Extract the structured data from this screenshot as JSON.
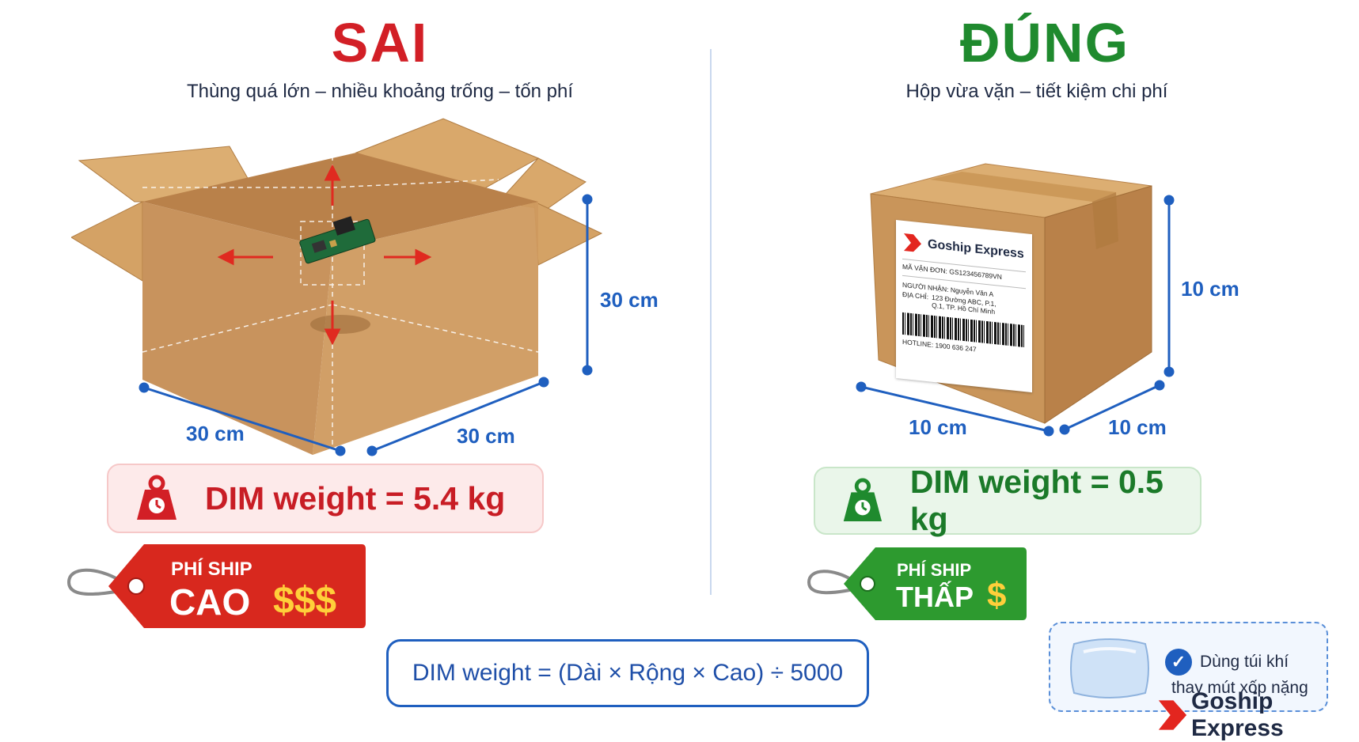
{
  "left": {
    "title": "SAI",
    "subtitle": "Thùng quá lớn – nhiều khoảng trống – tốn phí",
    "dim_height": "30 cm",
    "dim_width": "30 cm",
    "dim_depth": "30 cm",
    "dim_weight": "DIM weight = 5.4 kg",
    "tag_line1": "PHÍ SHIP",
    "tag_line2": "CAO",
    "tag_price": "$$$"
  },
  "right": {
    "title": "ĐÚNG",
    "subtitle": "Hộp vừa vặn – tiết kiệm chi phí",
    "dim_height": "10 cm",
    "dim_width": "10 cm",
    "dim_depth": "10 cm",
    "dim_weight": "DIM weight = 0.5 kg",
    "tag_line1": "PHÍ SHIP",
    "tag_line2": "THẤP",
    "tag_price": "$"
  },
  "label": {
    "brand": "Goship Express",
    "order_code": "MÃ VẬN ĐƠN: GS123456789VN",
    "recipient": "NGƯỜI NHẬN: Nguyễn Văn A",
    "address_label": "ĐỊA CHỈ:",
    "address_line1": "123 Đường ABC, P.1,",
    "address_line2": "Q.1, TP. Hồ Chí Minh",
    "hotline": "HOTLINE: 1900 636 247"
  },
  "formula": "DIM weight = (Dài × Rộng × Cao) ÷ 5000",
  "tip": {
    "line1": "Dùng túi khí",
    "line2": "thay mút xốp nặng"
  },
  "footer_brand": "Goship Express",
  "colors": {
    "wrong": "#d21f26",
    "right": "#1f8a2e",
    "accent": "#1f5fbf",
    "cardboard": "#c9955a"
  }
}
